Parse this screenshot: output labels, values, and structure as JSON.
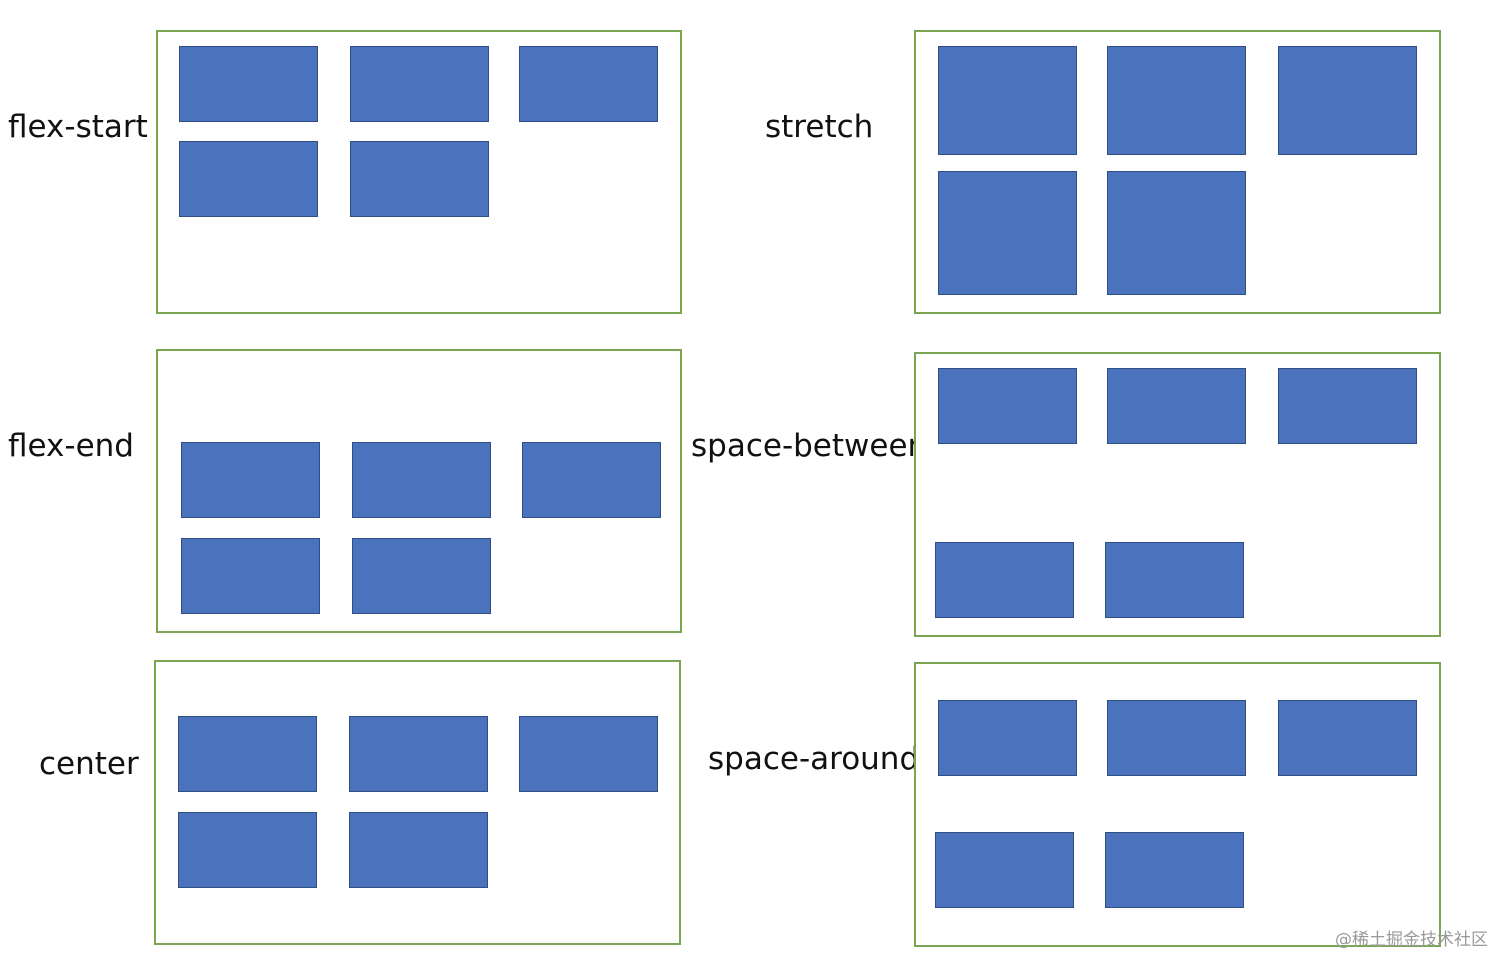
{
  "labels": {
    "flex_start": "flex-start",
    "stretch": "stretch",
    "flex_end": "flex-end",
    "space_between": "space-between",
    "center": "center",
    "space_around": "space-around"
  },
  "colors": {
    "container_border": "#7aa652",
    "box_fill": "#4a72bd",
    "box_border": "#2f4e86"
  },
  "watermark": "@稀土掘金技术社区"
}
